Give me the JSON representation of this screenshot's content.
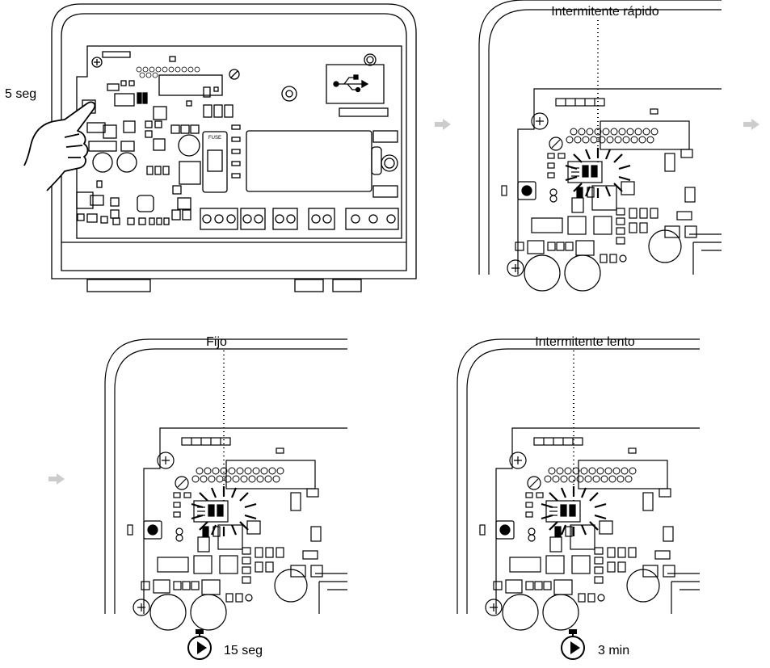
{
  "labels": {
    "hold_time": "5 seg",
    "fast_blink": "Intermitente rápido",
    "steady": "Fijo",
    "slow_blink": "Intermitente lento",
    "timer_1": "15 seg",
    "timer_2": "3 min",
    "fuse_text": "FUSE"
  },
  "colors": {
    "line": "#000000",
    "arrow": "#cccccc",
    "background": "#ffffff"
  },
  "icons": [
    "hand-press-icon",
    "usb-icon",
    "stopwatch-icon",
    "arrow-right-icon"
  ]
}
